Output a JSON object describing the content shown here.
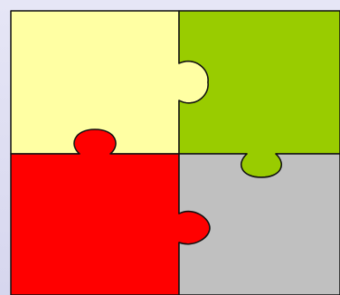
{
  "colors": {
    "background_top": "#e6e6f6",
    "background_bottom": "#d6d6ee",
    "outline": "#111111",
    "piece_top_left": "#ffffa3",
    "piece_top_right": "#99cc00",
    "piece_bottom_left": "#ff0000",
    "piece_bottom_right": "#c0c0c0"
  },
  "pieces": [
    {
      "id": "top-left",
      "color_key": "piece_top_left",
      "icon": "puzzle-piece"
    },
    {
      "id": "top-right",
      "color_key": "piece_top_right",
      "icon": "puzzle-piece"
    },
    {
      "id": "bottom-left",
      "color_key": "piece_bottom_left",
      "icon": "puzzle-piece"
    },
    {
      "id": "bottom-right",
      "color_key": "piece_bottom_right",
      "icon": "puzzle-piece"
    }
  ]
}
